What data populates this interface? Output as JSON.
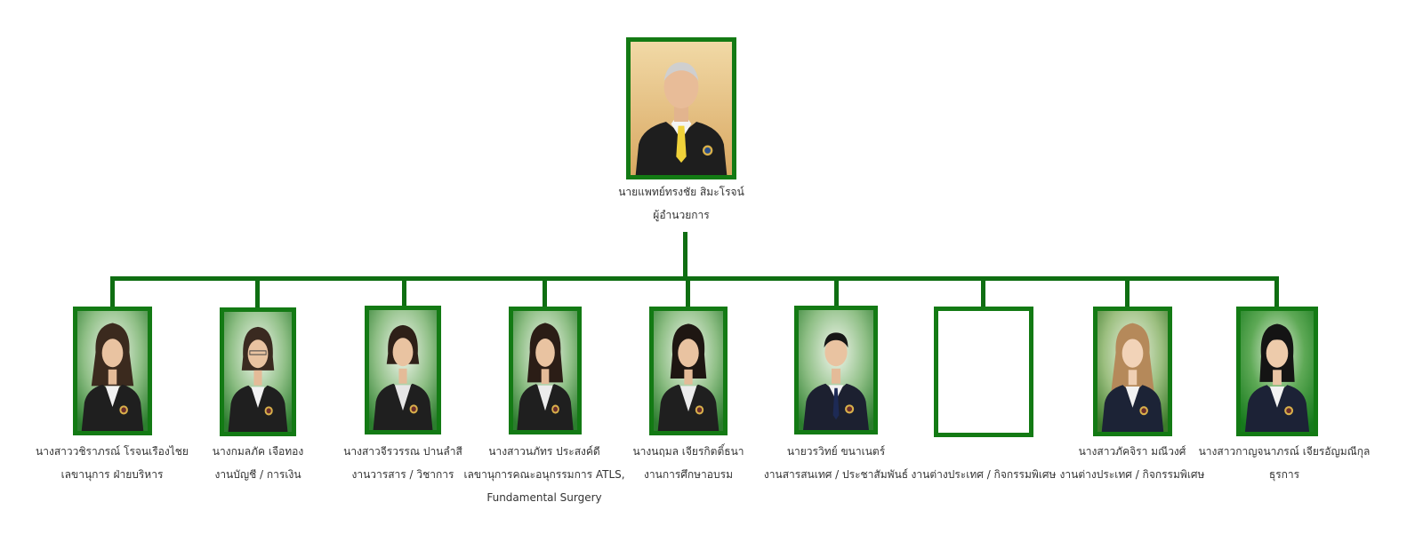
{
  "chart": {
    "director": {
      "name": "นายแพทย์ทรงชัย สิมะโรจน์",
      "title": "ผู้อำนวยการ",
      "photo": "director-portrait"
    },
    "staff": [
      {
        "name": "นางสาววชิราภรณ์  โรจนเรืองไชย",
        "title": "เลขานุการ ฝ่ายบริหาร",
        "title2": "",
        "photo": "staff-portrait"
      },
      {
        "name": "นางกมลภัค เจือทอง",
        "title": "งานบัญชี / การเงิน",
        "title2": "",
        "photo": "staff-portrait"
      },
      {
        "name": "นางสาวจีรวรรณ ปานลำสี",
        "title": "งานวารสาร / วิชาการ",
        "title2": "",
        "photo": "staff-portrait"
      },
      {
        "name": "นางสาวนภัทร ประสงค์ดี",
        "title": "เลขานุการคณะอนุกรรมการ ATLS,",
        "title2": "Fundamental Surgery",
        "photo": "staff-portrait"
      },
      {
        "name": "นางนฤมล เจียรกิตติ์ธนา",
        "title": "งานการศึกษาอบรม",
        "title2": "",
        "photo": "staff-portrait"
      },
      {
        "name": "นายวรวิทย์ ขนาเนตร์",
        "title": "งานสารสนเทศ / ประชาสัมพันธ์",
        "title2": "",
        "photo": "staff-portrait"
      },
      {
        "name": "",
        "title": "งานต่างประเทศ / กิจกรรมพิเศษ",
        "title2": "",
        "photo": "empty"
      },
      {
        "name": "นางสาวภัคจิรา มณีวงศ์",
        "title": "งานต่างประเทศ / กิจกรรมพิเศษ",
        "title2": "",
        "photo": "staff-portrait"
      },
      {
        "name": "นางสาวกาญจนาภรณ์ เจียรอัญมณีกุล",
        "title": "ธุรการ",
        "title2": "",
        "photo": "staff-portrait"
      }
    ]
  },
  "colors": {
    "frame": "#137a14",
    "connector": "#0f6e12",
    "photo_bg_staff": "#2c7d2e",
    "photo_bg_director": "#e9c98f",
    "suit": "#1f1f1f"
  }
}
